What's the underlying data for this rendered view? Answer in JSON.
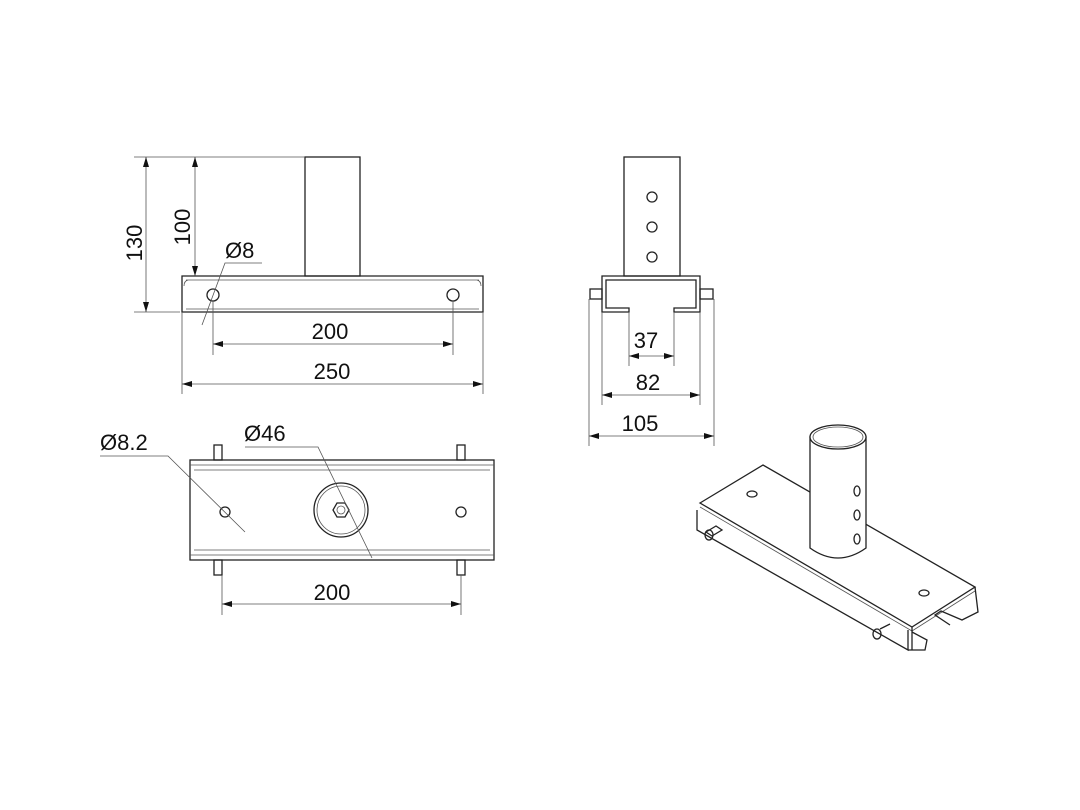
{
  "front_view": {
    "dim_total_height": "130",
    "dim_tube_height": "100",
    "dim_hole_diameter": "Ø8",
    "dim_hole_spacing": "200",
    "dim_total_width": "250"
  },
  "side_view": {
    "dim_inner_gap": "37",
    "dim_channel_width": "82",
    "dim_total_width": "105"
  },
  "top_view": {
    "dim_hole_diameter": "Ø8.2",
    "dim_tube_diameter": "Ø46",
    "dim_pin_spacing": "200"
  }
}
